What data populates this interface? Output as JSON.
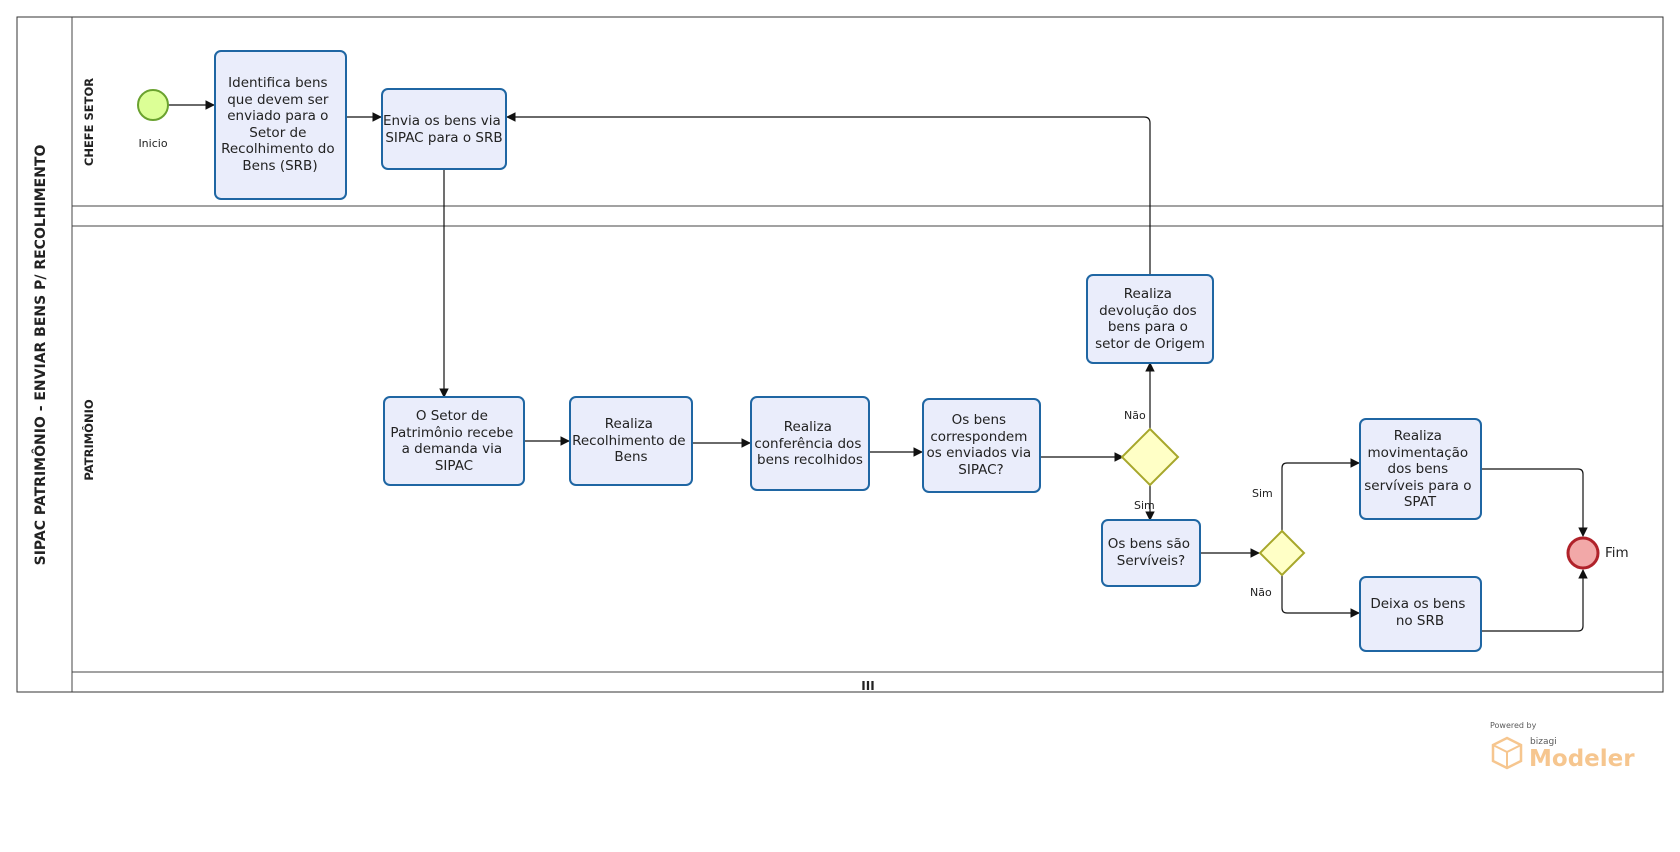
{
  "pool": {
    "title": "SIPAC PATRIMÔNIO - ENVIAR BENS P/ RECOLHIMENTO"
  },
  "lanes": {
    "chefe": "CHEFE SETOR",
    "patrimonio": "PATRIMÔNIO"
  },
  "events": {
    "start": "Inicio",
    "end": "Fim"
  },
  "tasks": {
    "identifica": [
      "Identifica bens",
      "que devem ser",
      "enviado para o",
      "Setor de",
      "Recolhimento do",
      "Bens (SRB)"
    ],
    "envia": [
      "Envia os bens via",
      "SIPAC para o SRB"
    ],
    "setor_recebe": [
      "O Setor de",
      "Patrimônio recebe",
      "a demanda via",
      "SIPAC"
    ],
    "recolhimento": [
      "Realiza",
      "Recolhimento de",
      "Bens"
    ],
    "conferencia": [
      "Realiza",
      "conferência dos",
      "bens recolhidos"
    ],
    "correspondem": [
      "Os bens",
      "correspondem",
      "os enviados via",
      "SIPAC?"
    ],
    "devolucao": [
      "Realiza",
      "devolução dos",
      "bens para o",
      "setor de Origem"
    ],
    "serviveis": [
      "Os bens são",
      "Servíveis?"
    ],
    "movimentacao": [
      "Realiza",
      "movimentação",
      "dos bens",
      "servíveis para o",
      "SPAT"
    ],
    "deixa": [
      "Deixa os bens",
      "no SRB"
    ]
  },
  "flow_labels": {
    "nao_1": "Não",
    "sim_1": "Sim",
    "sim_2": "Sim",
    "nao_2": "Não"
  },
  "footer": {
    "collapse_glyph": "III",
    "powered_by": "Powered by",
    "bizagi": "bizagi",
    "modeler": "Modeler"
  },
  "colors": {
    "task_fill": "#eaedfb",
    "task_stroke": "#1f66a3",
    "gateway_fill": "#ffffc6",
    "gateway_stroke": "#a7a72b",
    "start_fill": "#dcff96",
    "start_stroke": "#6aa22f",
    "end_fill": "#f2a8a8",
    "end_stroke": "#b0222a",
    "logo": "#f3b36a"
  }
}
